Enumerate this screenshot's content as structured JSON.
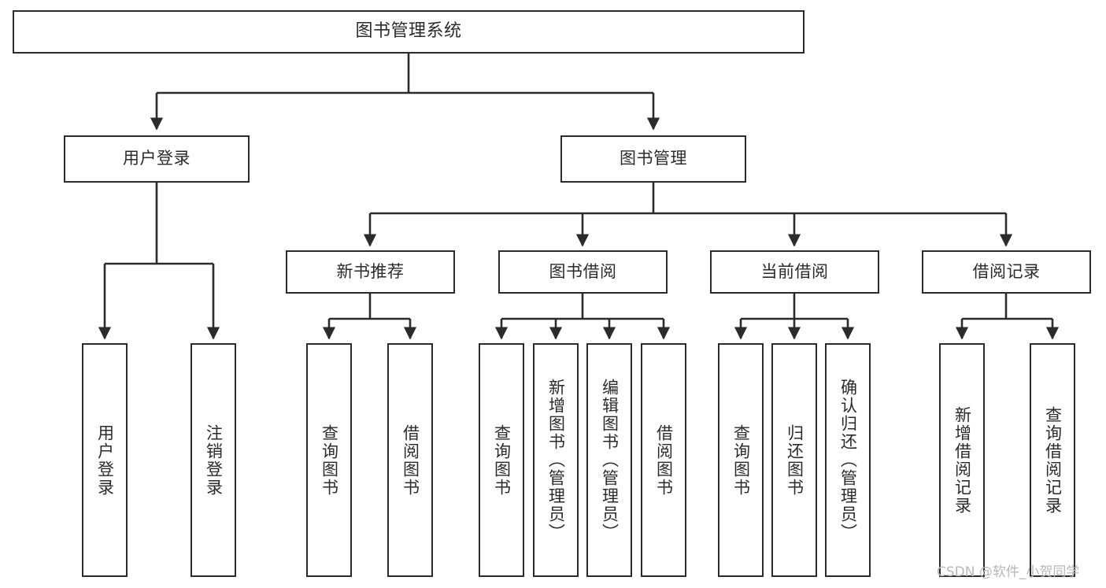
{
  "diagram": {
    "title": "图书管理系统",
    "type": "tree-hierarchy",
    "root": {
      "label": "图书管理系统"
    },
    "level2": {
      "user_login": {
        "label": "用户登录"
      },
      "book_manage": {
        "label": "图书管理"
      }
    },
    "level3": {
      "new_book_rec": {
        "label": "新书推荐"
      },
      "book_borrow": {
        "label": "图书借阅"
      },
      "current_borrow": {
        "label": "当前借阅"
      },
      "borrow_record": {
        "label": "借阅记录"
      }
    },
    "leaves": {
      "user_login": [
        {
          "label": "用户登录"
        },
        {
          "label": "注销登录"
        }
      ],
      "new_book_rec": [
        {
          "label": "查询图书"
        },
        {
          "label": "借阅图书"
        }
      ],
      "book_borrow": [
        {
          "label": "查询图书"
        },
        {
          "label": "新增图书（管理员）"
        },
        {
          "label": "编辑图书（管理员）"
        },
        {
          "label": "借阅图书"
        }
      ],
      "current_borrow": [
        {
          "label": "查询图书"
        },
        {
          "label": "归还图书"
        },
        {
          "label": "确认归还（管理员）"
        }
      ],
      "borrow_record": [
        {
          "label": "新增借阅记录"
        },
        {
          "label": "查询借阅记录"
        }
      ]
    }
  },
  "watermark": {
    "text": "CSDN @软件_小贺同学"
  },
  "colors": {
    "stroke": "#2b2b2b",
    "background": "#ffffff",
    "text": "#2b2b2b",
    "watermark": "#b8b8b8"
  }
}
